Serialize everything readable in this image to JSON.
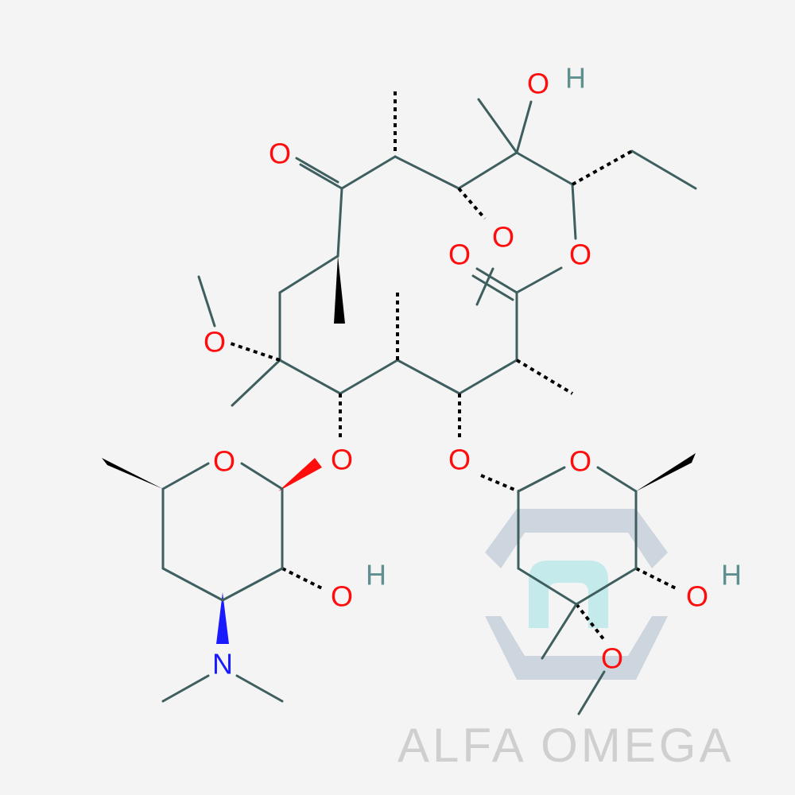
{
  "diagram": {
    "type": "chemical-structure",
    "atom_labels": {
      "O_top_oh": "O",
      "H_top_oh": "H",
      "O_ketone": "O",
      "O_lactone_ring": "O",
      "O_carbonyl_a": "O",
      "O_carbonyl_b": "O",
      "O_methoxy_left": "O",
      "O_glyco_left": "O",
      "O_glyco_right": "O",
      "O_sugar_left_ring": "O",
      "O_sugar_left_oh": "O",
      "H_sugar_left_oh": "H",
      "N_dimethylamino": "N",
      "O_sugar_right_ring": "O",
      "O_sugar_right_oh": "O",
      "H_sugar_right_oh": "H",
      "O_sugar_right_methoxy": "O"
    },
    "colors": {
      "bond": "#3f5f5f",
      "oxygen": "#ff0d0d",
      "nitrogen": "#1a1aff",
      "hydrogen": "#5f8f8f",
      "background": "#f4f4f4"
    }
  },
  "watermark": {
    "text": "ALFA OMEGA",
    "logo_color": "#c9d3dc",
    "logo_accent": "#bfe9ec"
  }
}
